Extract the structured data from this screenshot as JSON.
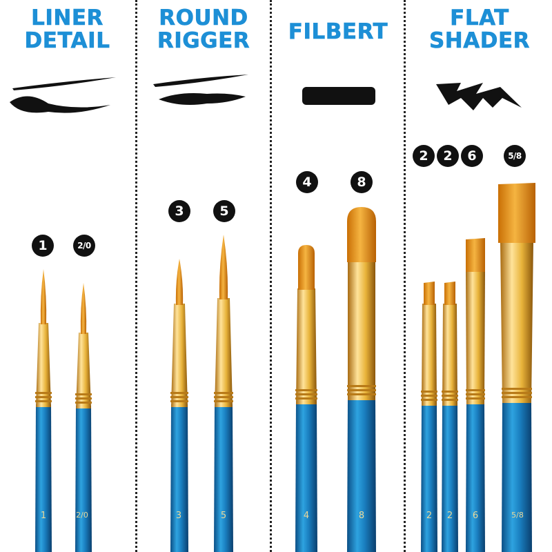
{
  "sections": [
    {
      "title_line1": "LINER",
      "title_line2": "DETAIL"
    },
    {
      "title_line1": "ROUND",
      "title_line2": "RIGGER"
    },
    {
      "title_line1": "FILBERT",
      "title_line2": ""
    },
    {
      "title_line1": "FLAT",
      "title_line2": "SHADER"
    }
  ],
  "brushes": [
    {
      "size": "1",
      "handle_label": "1",
      "shape": "round"
    },
    {
      "size": "2/0",
      "handle_label": "2/0",
      "shape": "round"
    },
    {
      "size": "3",
      "handle_label": "3",
      "shape": "round"
    },
    {
      "size": "5",
      "handle_label": "5",
      "shape": "round"
    },
    {
      "size": "4",
      "handle_label": "4",
      "shape": "filbert"
    },
    {
      "size": "8",
      "handle_label": "8",
      "shape": "filbert"
    },
    {
      "size": "2",
      "handle_label": "2",
      "shape": "flat"
    },
    {
      "size": "2",
      "handle_label": "2",
      "shape": "flat"
    },
    {
      "size": "6",
      "handle_label": "6",
      "shape": "flat"
    },
    {
      "size": "5/8",
      "handle_label": "5/8",
      "shape": "flat"
    }
  ],
  "colors": {
    "title": "#1d8fd6",
    "handle": "#1a7fc0",
    "ferrule": "#e8b33a",
    "bristle": "#e8950f",
    "stroke": "#111111"
  }
}
